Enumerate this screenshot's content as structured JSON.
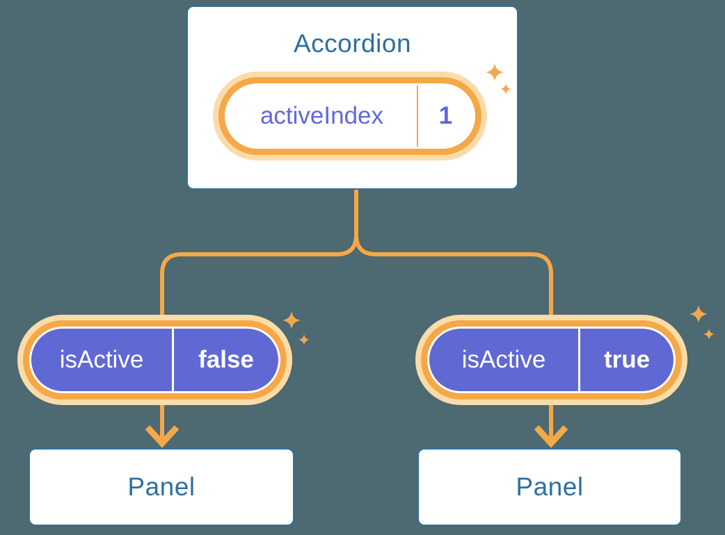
{
  "diagram": {
    "root": {
      "title": "Accordion",
      "state_name": "activeIndex",
      "state_value": "1"
    },
    "left_child": {
      "state_name": "isActive",
      "state_value": "false",
      "panel_label": "Panel"
    },
    "right_child": {
      "state_name": "isActive",
      "state_value": "true",
      "panel_label": "Panel"
    }
  },
  "icons": {
    "sparkle": "four-point-sparkle",
    "arrow": "down-arrowhead"
  },
  "colors": {
    "background": "#4D6971",
    "card_background": "#FFFFFF",
    "card_border": "#30719D",
    "heading_text": "#2E6F9F",
    "state_pill_fill": "#5F68D3",
    "state_pill_text": "#FFFFFF",
    "prop_pill_text": "#6168DB",
    "accent_orange": "#F5A847",
    "accent_glow": "#FBDCA8"
  }
}
